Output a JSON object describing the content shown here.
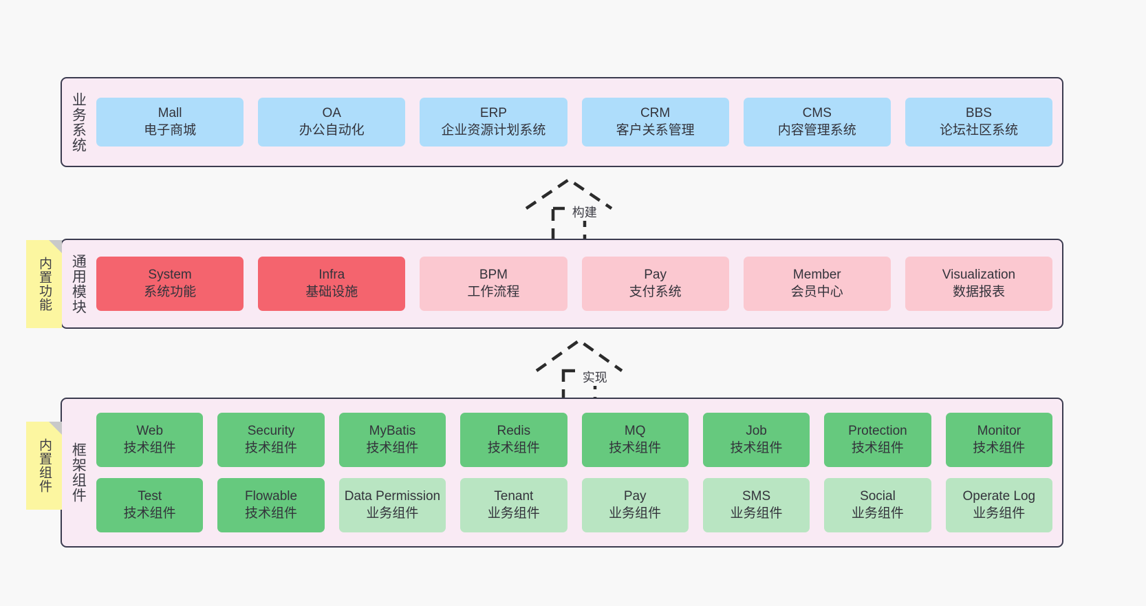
{
  "layers": [
    {
      "id": "business",
      "title": "业务系统",
      "rows": [
        {
          "cards": [
            {
              "en": "Mall",
              "cn": "电子商城",
              "color": "blue"
            },
            {
              "en": "OA",
              "cn": "办公自动化",
              "color": "blue"
            },
            {
              "en": "ERP",
              "cn": "企业资源计划系统",
              "color": "blue"
            },
            {
              "en": "CRM",
              "cn": "客户关系管理",
              "color": "blue"
            },
            {
              "en": "CMS",
              "cn": "内容管理系统",
              "color": "blue"
            },
            {
              "en": "BBS",
              "cn": "论坛社区系统",
              "color": "blue"
            }
          ]
        }
      ]
    },
    {
      "id": "common",
      "title": "通用模块",
      "rows": [
        {
          "cards": [
            {
              "en": "System",
              "cn": "系统功能",
              "color": "red"
            },
            {
              "en": "Infra",
              "cn": "基础设施",
              "color": "red"
            },
            {
              "en": "BPM",
              "cn": "工作流程",
              "color": "pink"
            },
            {
              "en": "Pay",
              "cn": "支付系统",
              "color": "pink"
            },
            {
              "en": "Member",
              "cn": "会员中心",
              "color": "pink"
            },
            {
              "en": "Visualization",
              "cn": "数据报表",
              "color": "pink"
            }
          ]
        }
      ]
    },
    {
      "id": "framework",
      "title": "框架组件",
      "rows": [
        {
          "cards": [
            {
              "en": "Web",
              "cn": "技术组件",
              "color": "green"
            },
            {
              "en": "Security",
              "cn": "技术组件",
              "color": "green"
            },
            {
              "en": "MyBatis",
              "cn": "技术组件",
              "color": "green"
            },
            {
              "en": "Redis",
              "cn": "技术组件",
              "color": "green"
            },
            {
              "en": "MQ",
              "cn": "技术组件",
              "color": "green"
            },
            {
              "en": "Job",
              "cn": "技术组件",
              "color": "green"
            },
            {
              "en": "Protection",
              "cn": "技术组件",
              "color": "green"
            },
            {
              "en": "Monitor",
              "cn": "技术组件",
              "color": "green"
            }
          ]
        },
        {
          "cards": [
            {
              "en": "Test",
              "cn": "技术组件",
              "color": "green"
            },
            {
              "en": "Flowable",
              "cn": "技术组件",
              "color": "green"
            },
            {
              "en": "Data Permission",
              "cn": "业务组件",
              "color": "lightgreen"
            },
            {
              "en": "Tenant",
              "cn": "业务组件",
              "color": "lightgreen"
            },
            {
              "en": "Pay",
              "cn": "业务组件",
              "color": "lightgreen"
            },
            {
              "en": "SMS",
              "cn": "业务组件",
              "color": "lightgreen"
            },
            {
              "en": "Social",
              "cn": "业务组件",
              "color": "lightgreen"
            },
            {
              "en": "Operate Log",
              "cn": "业务组件",
              "color": "lightgreen"
            }
          ]
        }
      ]
    }
  ],
  "notes": [
    {
      "id": "builtin-function",
      "label": "内置功能"
    },
    {
      "id": "builtin-component",
      "label": "内置组件"
    }
  ],
  "arrows": [
    {
      "id": "build",
      "label": "构建"
    },
    {
      "id": "realize",
      "label": "实现"
    }
  ],
  "colors": {
    "background": "#f8f8f8",
    "layer_fill": "#f9eaf4",
    "layer_border": "#3b3b4f",
    "blue": "#aeddfb",
    "red": "#f4646e",
    "pink": "#fbc8d0",
    "green": "#66c97e",
    "lightgreen": "#b9e5c2",
    "note": "#fcf6a0",
    "note_fold": "#c9c9c9",
    "text": "#33333b"
  }
}
